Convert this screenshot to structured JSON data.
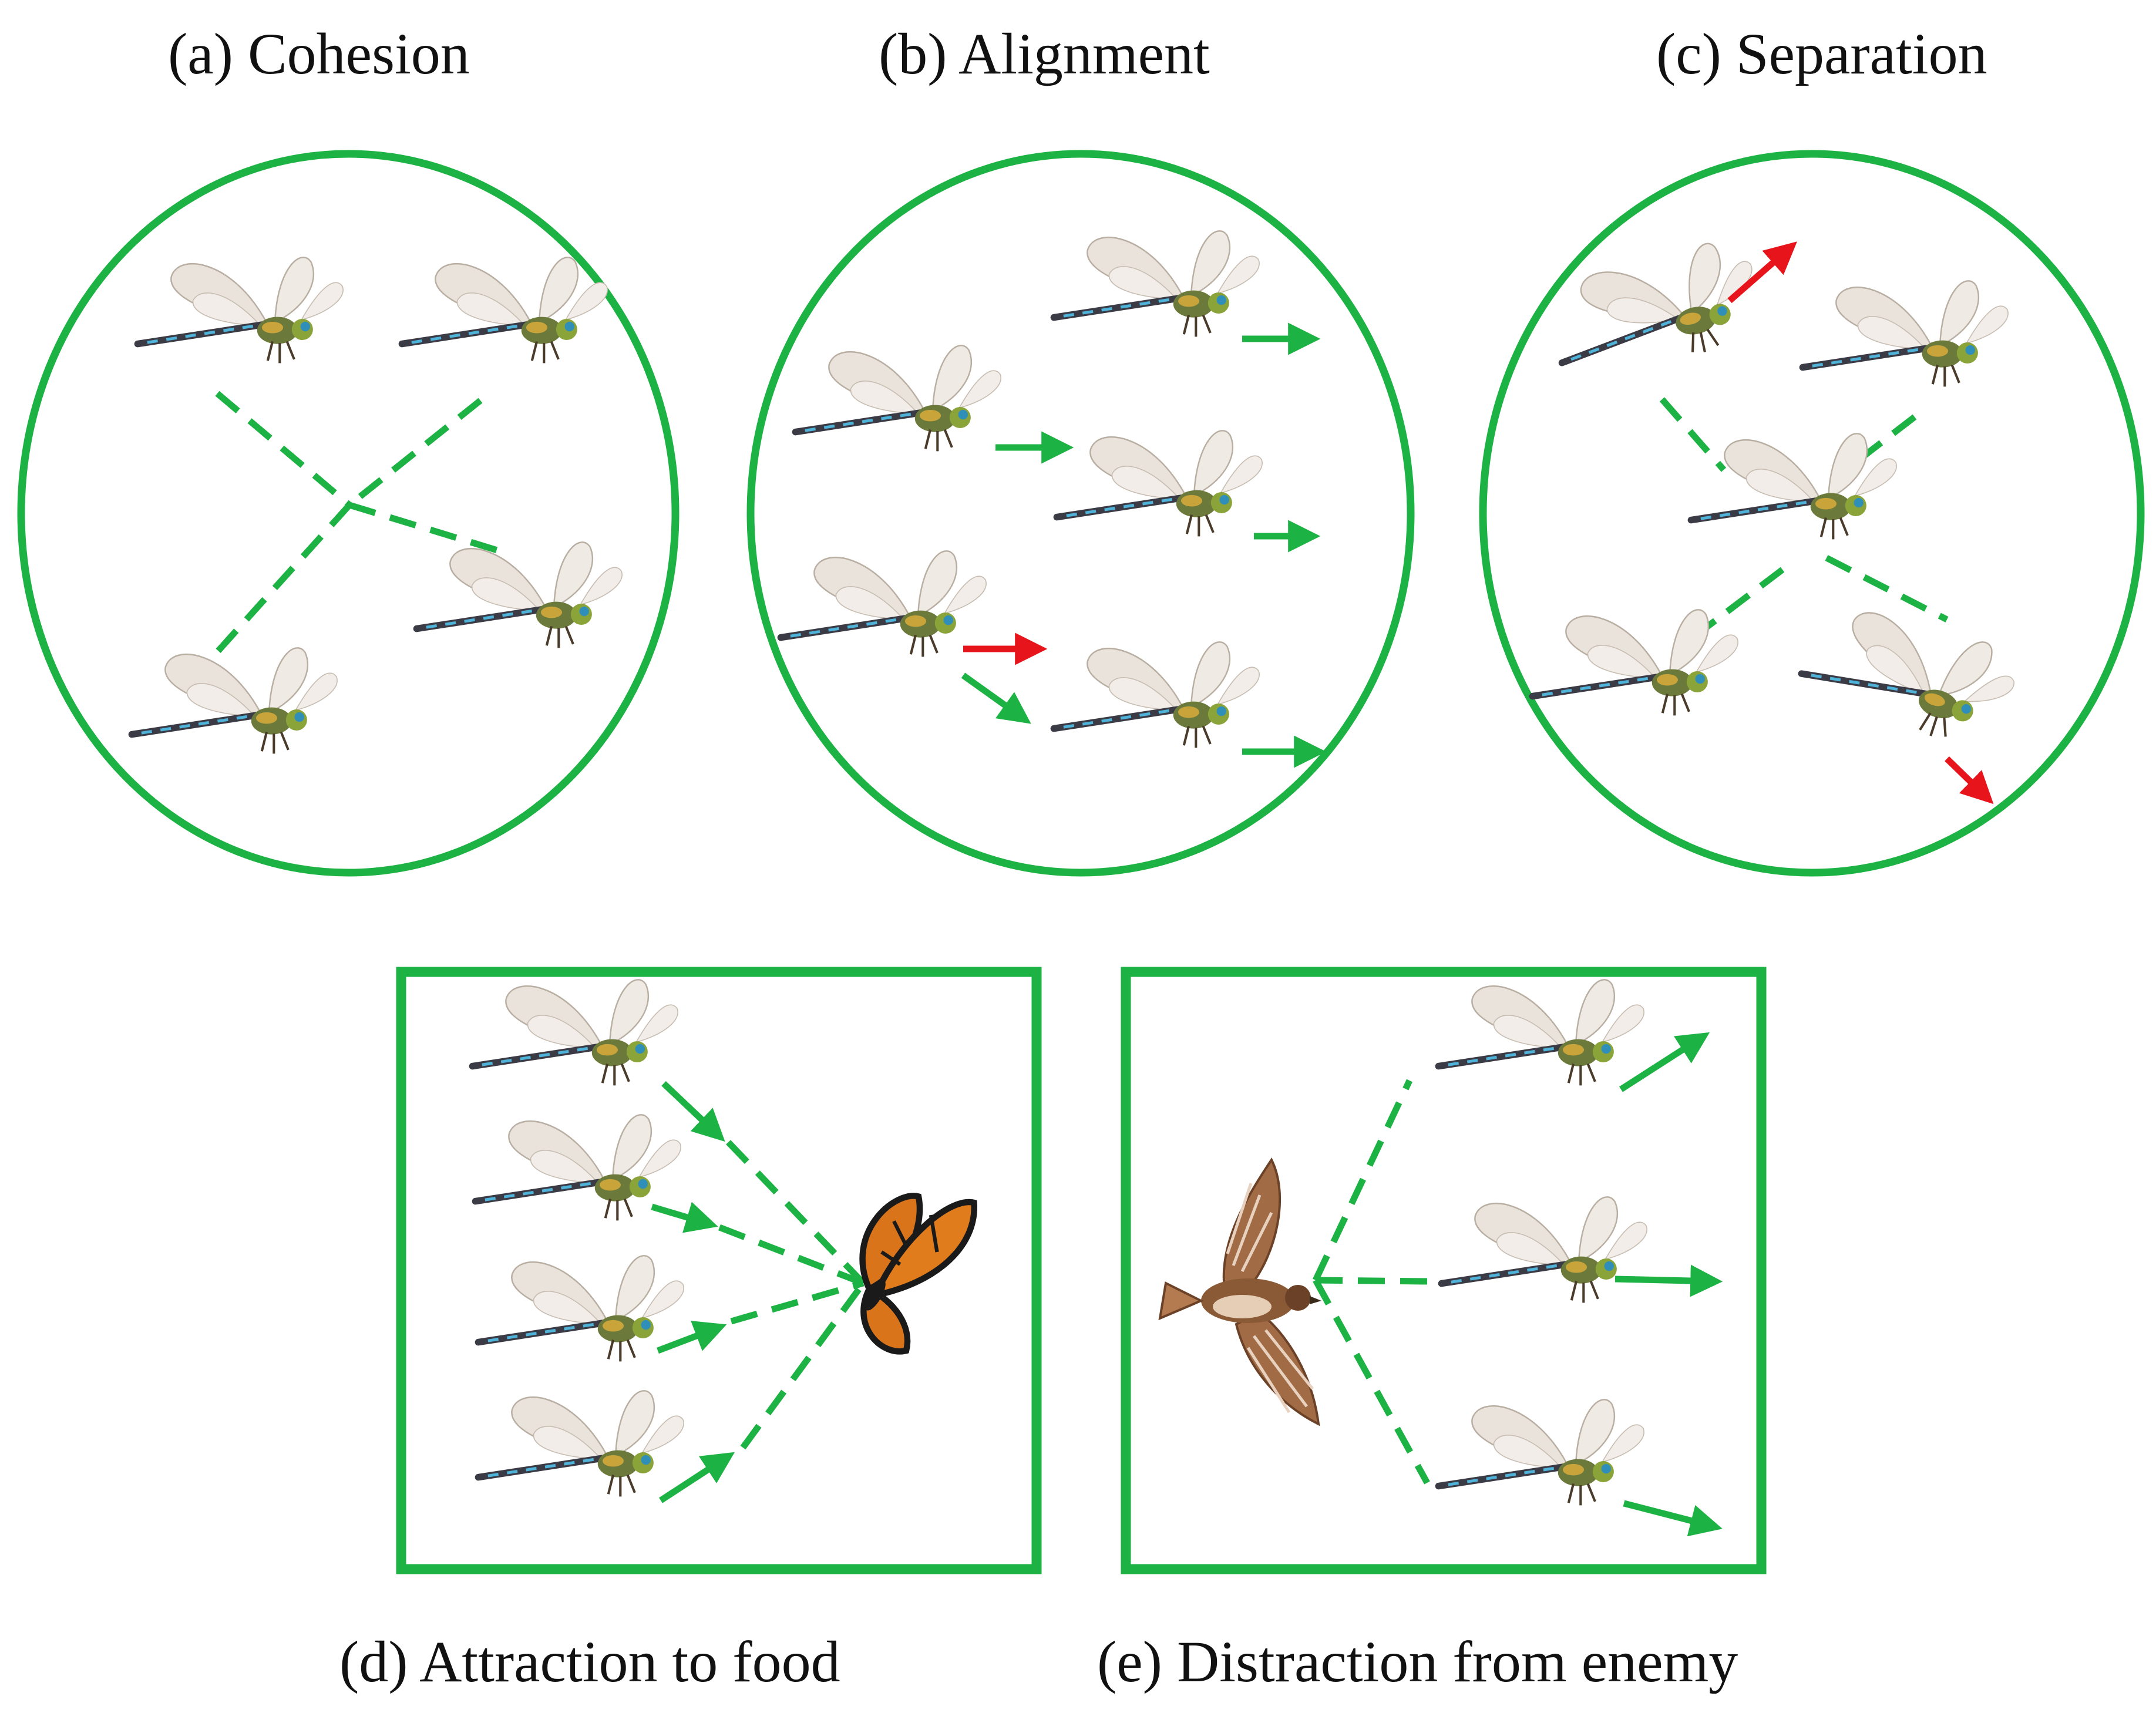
{
  "panels": {
    "a": {
      "label": "(a) Cohesion"
    },
    "b": {
      "label": "(b) Alignment"
    },
    "c": {
      "label": "(c) Separation"
    },
    "d": {
      "label": "(d) Attraction to food"
    },
    "e": {
      "label": "(e) Distraction from enemy"
    }
  },
  "colors": {
    "frame": "#1db344",
    "vector_green": "#1db344",
    "vector_red": "#e8141b"
  },
  "icons": [
    "dragonfly-icon",
    "butterfly-icon",
    "hawk-icon"
  ]
}
